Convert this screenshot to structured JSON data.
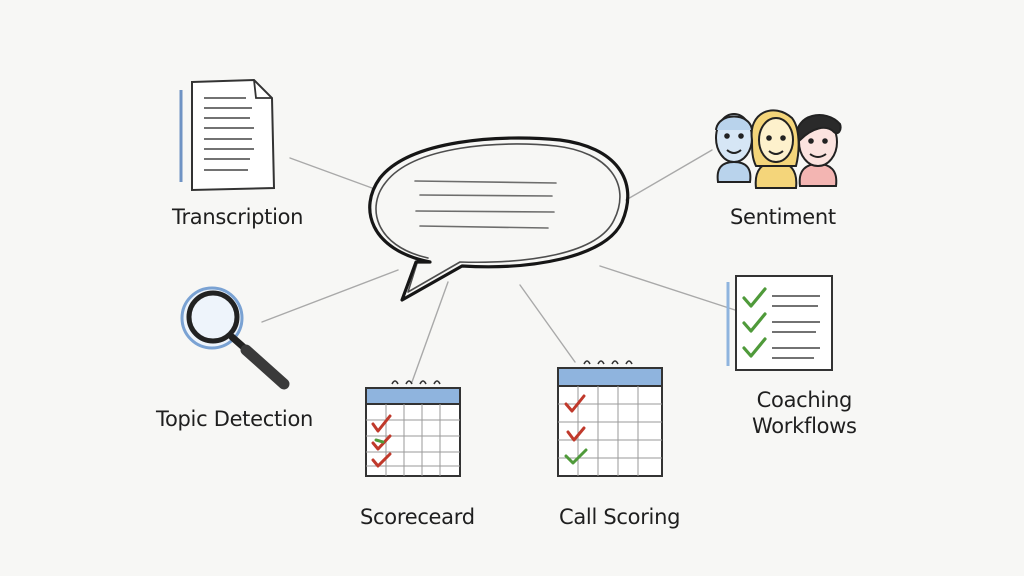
{
  "center": {
    "name": "speech-bubble"
  },
  "nodes": [
    {
      "id": "transcription",
      "label": "Transcription",
      "icon": "document-icon"
    },
    {
      "id": "sentiment",
      "label": "Sentiment",
      "icon": "faces-icon"
    },
    {
      "id": "topic-detection",
      "label": "Topic Detection",
      "icon": "magnifier-icon"
    },
    {
      "id": "scorecard",
      "label": "Scoreceard",
      "icon": "scorecard-calendar-icon"
    },
    {
      "id": "call-scoring",
      "label": "Call Scoring",
      "icon": "call-scoring-calendar-icon"
    },
    {
      "id": "coaching-workflows",
      "label_lines": [
        "Coaching",
        "Workflows"
      ],
      "icon": "checklist-icon"
    }
  ],
  "colors": {
    "background": "#f7f7f5",
    "ink": "#1f1f1f",
    "connector": "#a9a9a9",
    "calendar_header": "#8fb4de",
    "check_green": "#4f9a3a",
    "check_red": "#c0392b",
    "face_blue": "#b9d3ec",
    "face_yellow": "#f4d57a",
    "face_pink": "#f3b5b2"
  }
}
